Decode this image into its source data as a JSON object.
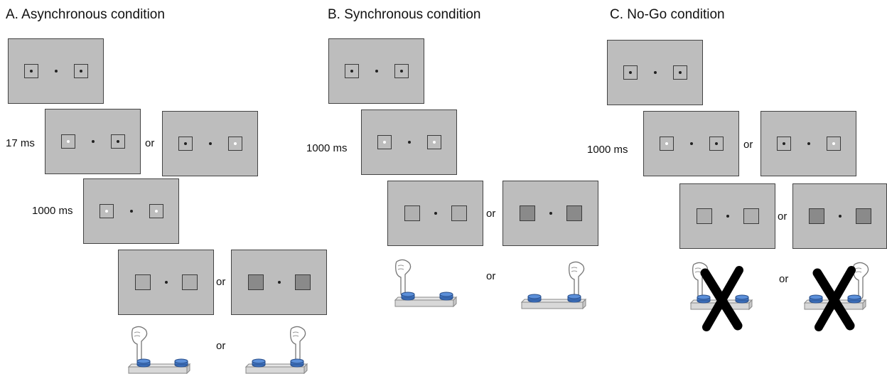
{
  "panels": {
    "a": {
      "title": "A. Asynchronous condition",
      "label_17": "17 ms",
      "label_1000": "1000 ms",
      "or_1": "or",
      "or_2": "or",
      "or_3": "or"
    },
    "b": {
      "title": "B. Synchronous condition",
      "label_1000": "1000 ms",
      "or_1": "or",
      "or_2": "or"
    },
    "c": {
      "title": "C. No-Go condition",
      "label_1000": "1000 ms",
      "or_1": "or",
      "or_2": "or",
      "or_3": "or"
    }
  },
  "colors": {
    "screen_bg": "#bdbdbd",
    "target_light": "#b0b0b0",
    "target_dark": "#8a8a8a",
    "button_blue": "#3f74c4",
    "cross": "#000000"
  },
  "icons": [
    "pointing-hand-icon",
    "response-box-icon",
    "no-go-cross-icon"
  ]
}
